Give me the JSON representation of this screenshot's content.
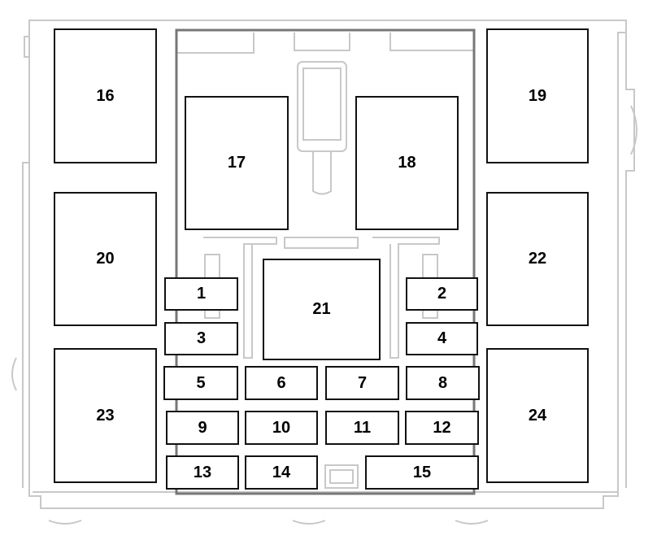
{
  "diagram": {
    "type": "fuse-box-layout",
    "fuses": {
      "f1": "1",
      "f2": "2",
      "f3": "3",
      "f4": "4",
      "f5": "5",
      "f6": "6",
      "f7": "7",
      "f8": "8",
      "f9": "9",
      "f10": "10",
      "f11": "11",
      "f12": "12",
      "f13": "13",
      "f14": "14",
      "f15": "15"
    },
    "relays": {
      "r16": "16",
      "r17": "17",
      "r18": "18",
      "r19": "19",
      "r20": "20",
      "r21": "21",
      "r22": "22",
      "r23": "23",
      "r24": "24"
    },
    "colors": {
      "outline": "#111111",
      "housing": "#c8c8c8",
      "frame": "#777777"
    }
  }
}
